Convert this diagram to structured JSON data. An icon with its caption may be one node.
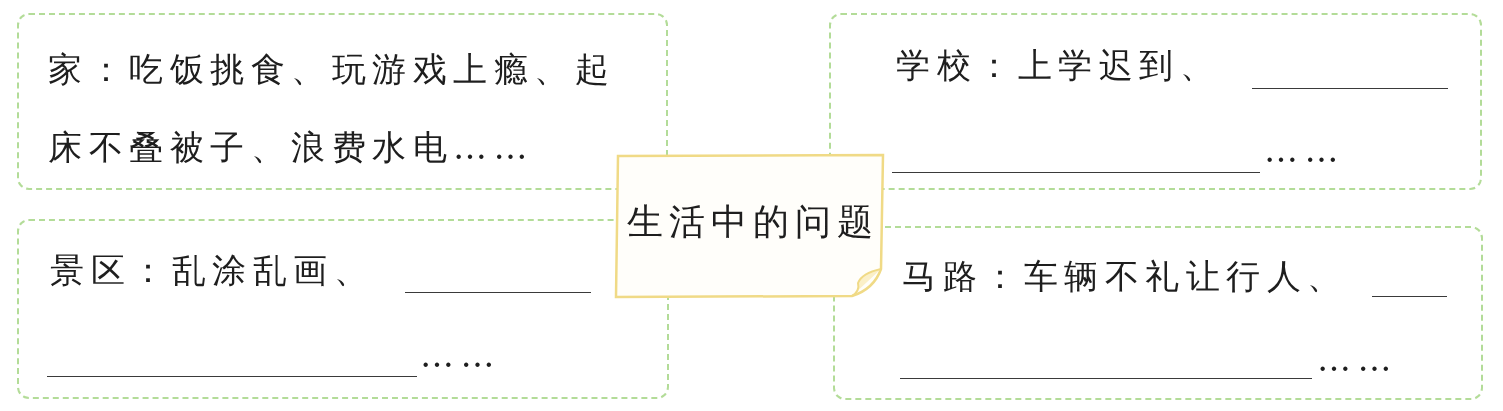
{
  "diagram": {
    "nodes": [
      {
        "text": [
          "家：吃饭挑食、玩游戏上瘾、起床不叠被子、浪费水电……"
        ]
      },
      {
        "text": [
          "学校：上学迟到、",
          "……"
        ]
      },
      {
        "text": [
          "生活中的问题"
        ]
      },
      {
        "text": [
          "景区：乱涂乱画、",
          "……"
        ]
      },
      {
        "text": [
          "马路：车辆不礼让行人、",
          "……"
        ]
      }
    ]
  }
}
